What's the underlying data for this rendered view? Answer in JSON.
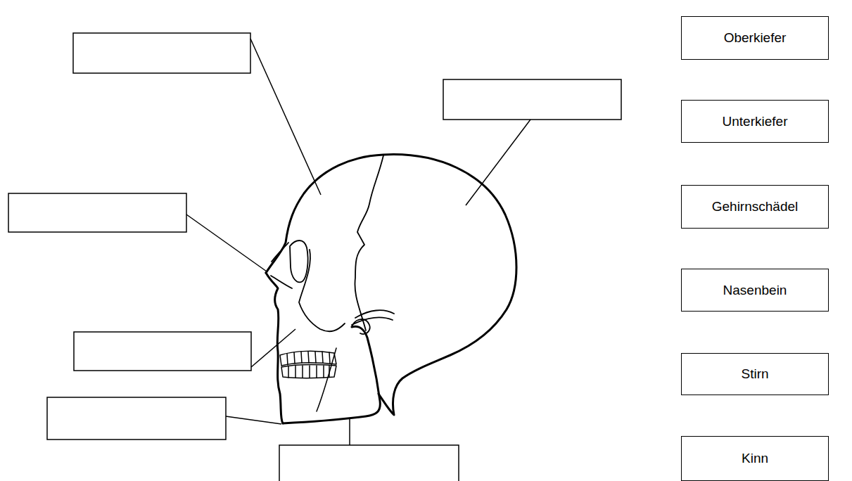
{
  "diagram": {
    "nodes": [
      {
        "text": [
          "Oberkiefer"
        ]
      },
      {
        "text": [
          "Unterkiefer"
        ]
      },
      {
        "text": [
          "Gehirnschädel"
        ]
      },
      {
        "text": [
          "Nasenbein"
        ]
      },
      {
        "text": [
          "Stirn"
        ]
      },
      {
        "text": [
          "Kinn"
        ]
      }
    ]
  }
}
